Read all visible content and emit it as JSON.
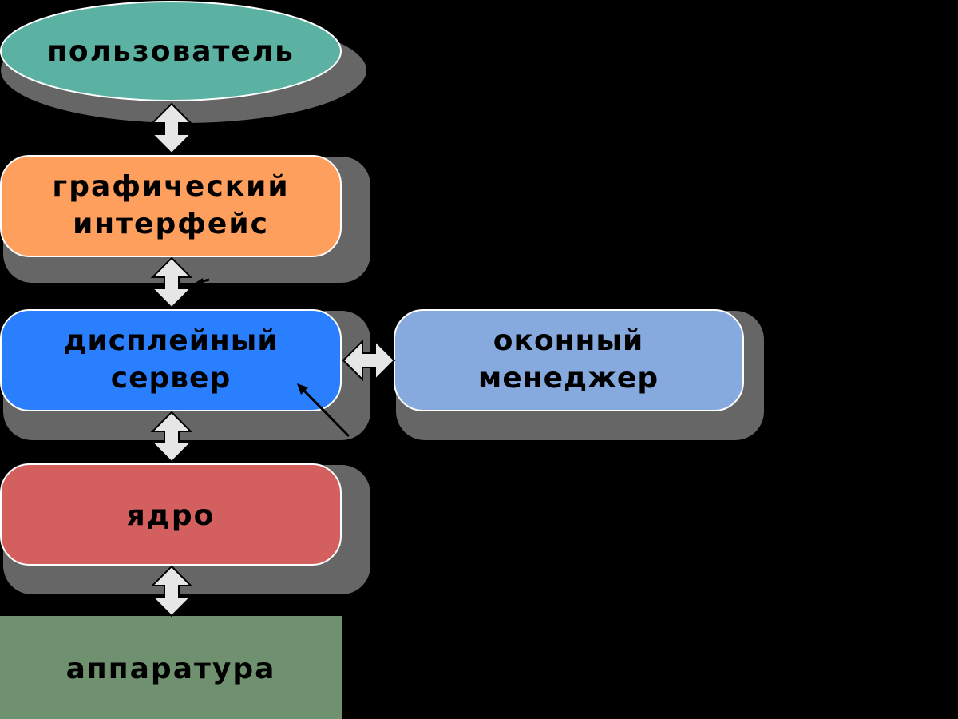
{
  "diagram": {
    "nodes": {
      "user": {
        "lines": [
          "пользователь"
        ],
        "color": "#5bb1a2",
        "shape": "ellipse"
      },
      "gui": {
        "lines": [
          "графический",
          "интерфейс"
        ],
        "color": "#ff9f5e",
        "shape": "rounded-rect"
      },
      "display_server": {
        "lines": [
          "дисплейный",
          "сервер"
        ],
        "color": "#2a7fff",
        "shape": "rounded-rect"
      },
      "window_manager": {
        "lines": [
          "оконный",
          "менеджер"
        ],
        "color": "#87aade",
        "shape": "rounded-rect"
      },
      "kernel": {
        "lines": [
          "ядро"
        ],
        "color": "#d35f5f",
        "shape": "rounded-rect"
      },
      "hardware": {
        "lines": [
          "аппаратура"
        ],
        "color": "#6f916f",
        "shape": "rect"
      }
    },
    "edges": [
      {
        "from": "user",
        "to": "gui",
        "type": "bidirectional"
      },
      {
        "from": "gui",
        "to": "display_server",
        "type": "bidirectional"
      },
      {
        "from": "display_server",
        "to": "window_manager",
        "type": "bidirectional"
      },
      {
        "from": "display_server",
        "to": "kernel",
        "type": "bidirectional"
      },
      {
        "from": "kernel",
        "to": "hardware",
        "type": "bidirectional"
      }
    ],
    "colors": {
      "background": "#000000",
      "shadow": "#666666",
      "arrow_fill": "#e6e6e6",
      "node_border": "#ffffff",
      "text": "#000000"
    }
  }
}
